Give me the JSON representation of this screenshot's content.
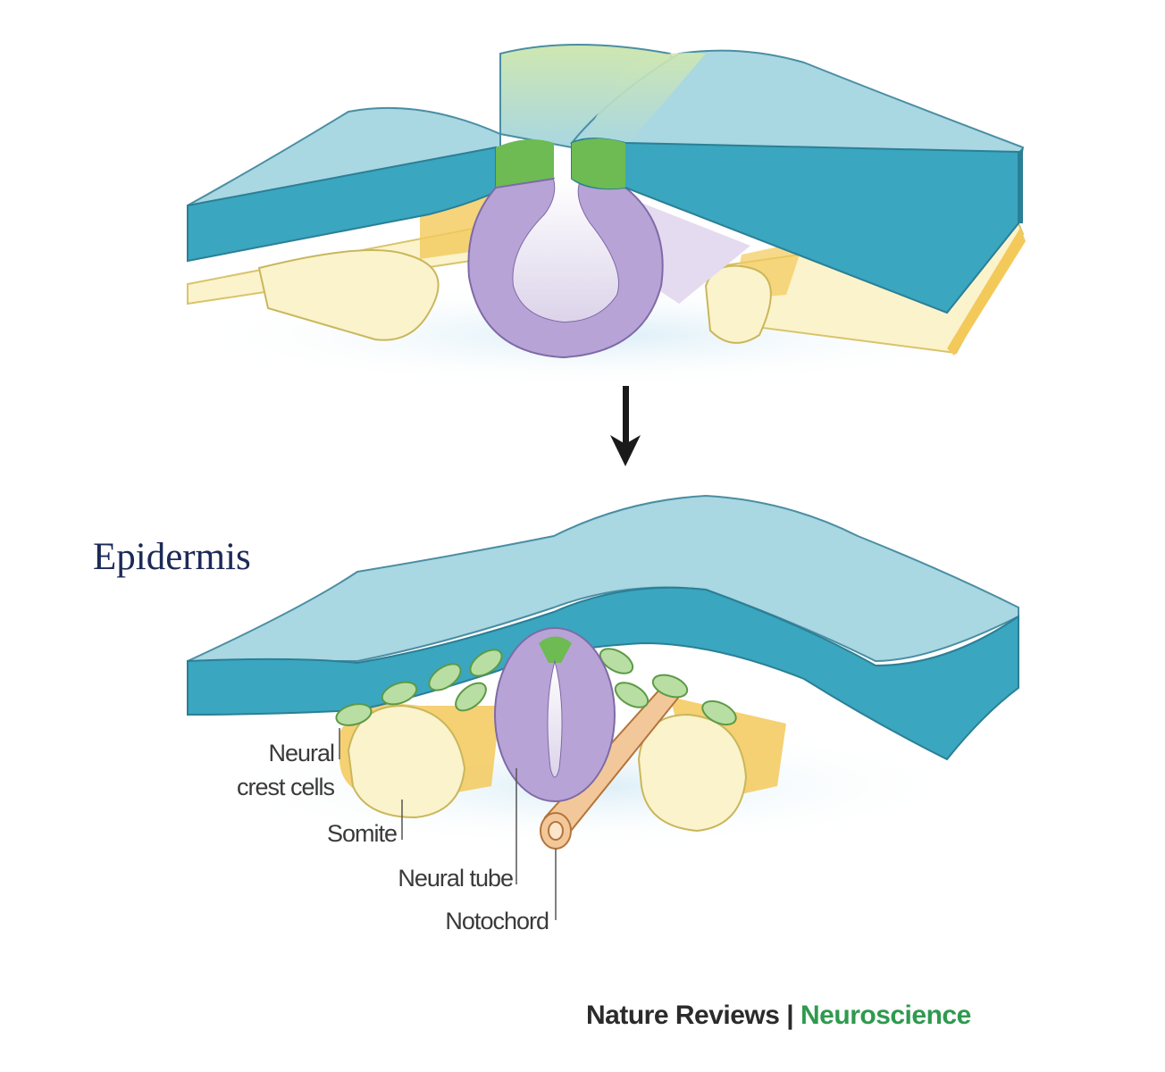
{
  "labels": {
    "epidermis": "Epidermis",
    "neural_crest_line1": "Neural",
    "neural_crest_line2": "crest cells",
    "somite": "Somite",
    "neural_tube": "Neural tube",
    "notochord": "Notochord"
  },
  "credit": {
    "journal": "Nature Reviews",
    "separator": " | ",
    "section": "Neuroscience"
  },
  "colors": {
    "epidermis_top": "#a9d7e2",
    "epidermis_side": "#3aa6c0",
    "neural_plate": "#b7a3d6",
    "neural_fold_tip": "#6dbb52",
    "somite": "#fbf3cc",
    "somite_shadow": "#f3c95a",
    "notochord": "#f2c89a",
    "neural_crest": "#b9dea3",
    "arrow": "#1a1a1a"
  },
  "icons": [
    "down-arrow-icon"
  ]
}
